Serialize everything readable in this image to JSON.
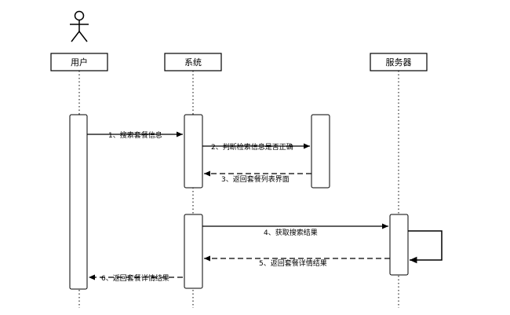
{
  "participants": [
    {
      "id": "user",
      "label": "用户"
    },
    {
      "id": "system",
      "label": "系统"
    },
    {
      "id": "server",
      "label": "服务器"
    }
  ],
  "messages": [
    {
      "id": "m1",
      "label": "1、搜索套餐信息",
      "style": "solid"
    },
    {
      "id": "m2",
      "label": "2、判断检索信息是否正确",
      "style": "solid"
    },
    {
      "id": "m3",
      "label": "3、返回套餐列表界面",
      "style": "dashed"
    },
    {
      "id": "m4",
      "label": "4、获取搜索结果",
      "style": "solid"
    },
    {
      "id": "m5",
      "label": "5、返回套餐详情结果",
      "style": "dashed"
    },
    {
      "id": "m6",
      "label": "6、返回套餐详情结果",
      "style": "dashed"
    }
  ],
  "colors": {
    "line": "#000000",
    "background": "#ffffff"
  }
}
